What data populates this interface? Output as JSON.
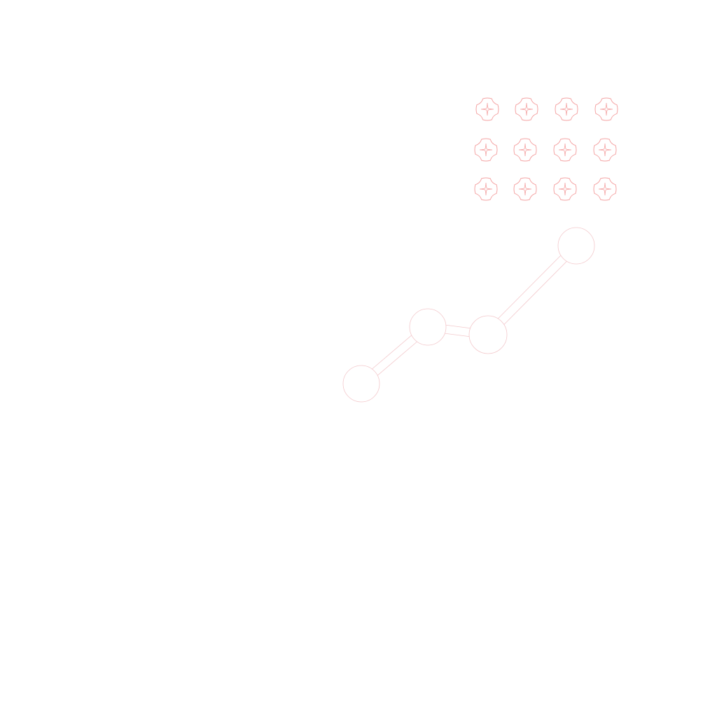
{
  "illustration": {
    "icon": "line-graph-with-sparkle-grid",
    "colors": {
      "background": "#ffffff",
      "sparkle_outline": "#f4a3a3",
      "graph_outline": "#f3c9cc"
    },
    "sparkle_grid": {
      "rows": 3,
      "columns": 4
    },
    "graph_nodes": 4
  }
}
